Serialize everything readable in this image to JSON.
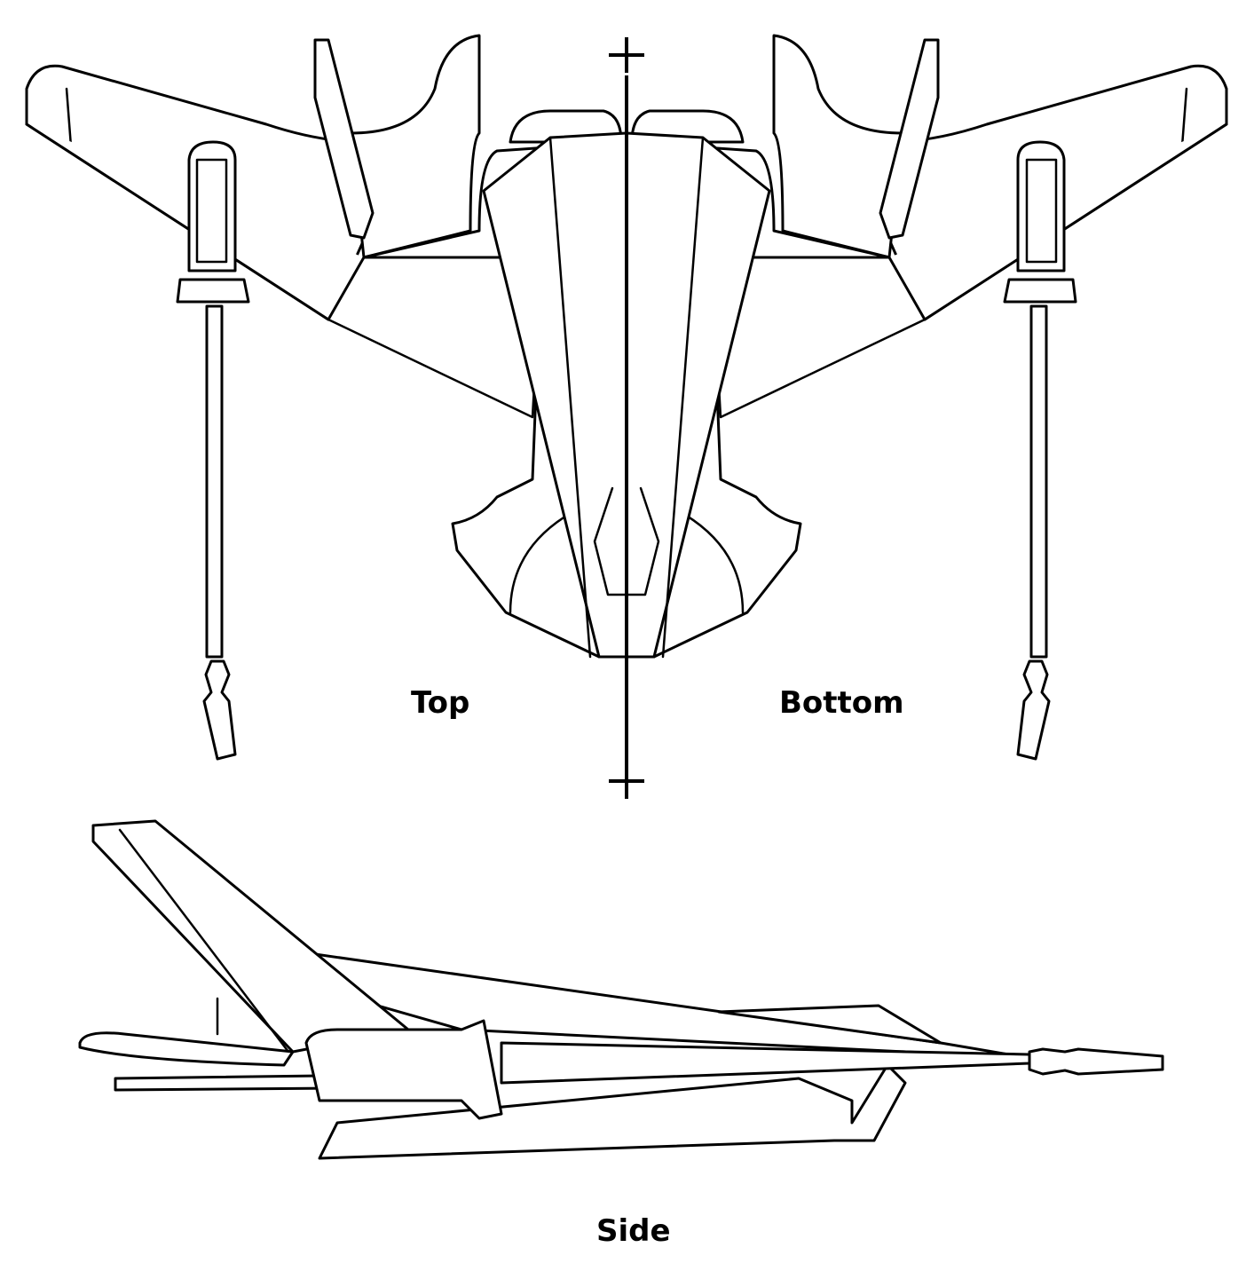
{
  "labels": {
    "top": "Top",
    "bottom": "Bottom",
    "side": "Side"
  },
  "colors": {
    "line": "#000000",
    "background": "#ffffff"
  }
}
